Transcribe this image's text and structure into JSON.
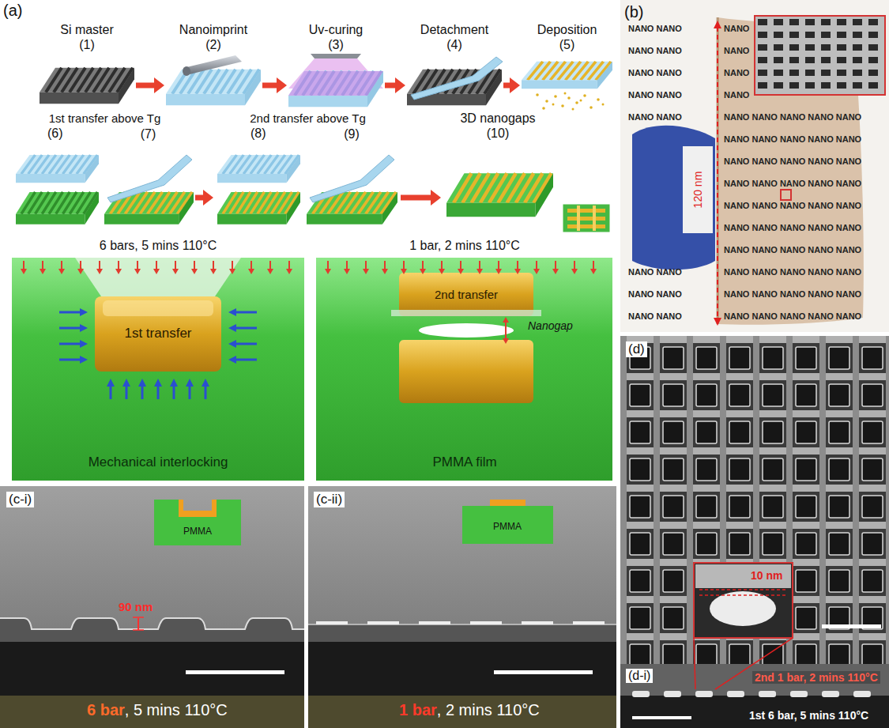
{
  "diagram": {
    "nodes": [
      {
        "text": [
          "Si master",
          "(1)"
        ]
      },
      {
        "text": [
          "Nanoimprint",
          "(2)"
        ]
      },
      {
        "text": [
          "Uv-curing",
          "(3)"
        ]
      },
      {
        "text": [
          "Detachment",
          "(4)"
        ]
      },
      {
        "text": [
          "Deposition",
          "(5)"
        ]
      },
      {
        "text": [
          "1st transfer above Tg",
          "(6)"
        ]
      },
      {
        "text": [
          "(7)"
        ]
      },
      {
        "text": [
          "2nd transfer above Tg",
          "(8)"
        ]
      },
      {
        "text": [
          "(9)"
        ]
      },
      {
        "text": [
          "3D nanogaps",
          "(10)"
        ]
      }
    ],
    "edges": [
      {
        "from": 0,
        "to": 1,
        "arrow": "to"
      },
      {
        "from": 1,
        "to": 2,
        "arrow": "to"
      },
      {
        "from": 2,
        "to": 3,
        "arrow": "to"
      },
      {
        "from": 3,
        "to": 4,
        "arrow": "to"
      },
      {
        "from": 6,
        "to": 7,
        "arrow": "to"
      },
      {
        "from": 8,
        "to": 9,
        "arrow": "to"
      }
    ],
    "labels": [
      "(a)",
      "6 bars, 5 mins 110°C",
      "1 bar, 2 mins 110°C",
      "1st transfer",
      "Mechanical interlocking",
      "2nd transfer",
      "Nanogap",
      "PMMA film",
      "(b)",
      "120 nm",
      "NANO NANO",
      "NANO",
      "NANO NANO",
      "NANO",
      "NANO NANO",
      "NANO",
      "NANO NANO",
      "NANO",
      "NANO NANO",
      "NANO NANO NANO NANO NANO",
      "NANO NANO NANO NANO NANO",
      "NANO NANO NANO NANO NANO",
      "NANO NANO NANO NANO NANO",
      "NANO NANO NANO NANO NANO",
      "NANO NANO NANO NANO NANO",
      "NANO NANO NANO NANO NANO",
      "NANO NANO",
      "NANO NANO NANO NANO NANO",
      "NANO NANO",
      "NANO NANO NANO NANO NANO",
      "NANO NANO",
      "NANO NANO NANO NANO NANO",
      "(c-i)",
      "90 nm",
      "PMMA",
      "6 bar",
      ", 5 mins 110°C",
      "(c-ii)",
      "PMMA",
      "1 bar",
      ", 2 mins 110°C",
      "(d)",
      "10 nm",
      "(d-i)",
      "2nd 1 bar, 2 mins 110°C",
      "1st 6 bar, 5 mins 110°C"
    ]
  }
}
